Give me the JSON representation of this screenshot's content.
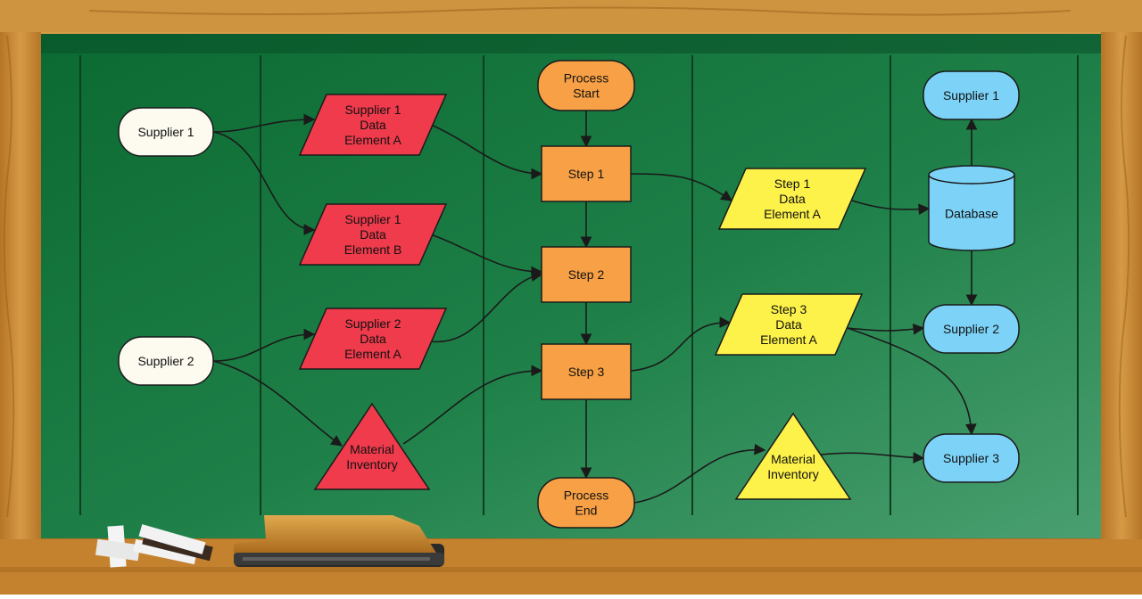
{
  "diagram": {
    "nodes": [
      {
        "id": "s1_left",
        "shape": "rounded",
        "lines": [
          "Supplier 1"
        ],
        "fill": "#fdfbf0"
      },
      {
        "id": "s2_left",
        "shape": "rounded",
        "lines": [
          "Supplier 2"
        ],
        "fill": "#fdfbf0"
      },
      {
        "id": "s1_data_a",
        "shape": "parallelogram",
        "lines": [
          "Supplier 1",
          "Data",
          "Element A"
        ],
        "fill": "#ef3b4c"
      },
      {
        "id": "s1_data_b",
        "shape": "parallelogram",
        "lines": [
          "Supplier 1",
          "Data",
          "Element B"
        ],
        "fill": "#ef3b4c"
      },
      {
        "id": "s2_data_a",
        "shape": "parallelogram",
        "lines": [
          "Supplier 2",
          "Data",
          "Element A"
        ],
        "fill": "#ef3b4c"
      },
      {
        "id": "mat_inv_red",
        "shape": "triangle",
        "lines": [
          "Material",
          "Inventory"
        ],
        "fill": "#ef3b4c"
      },
      {
        "id": "proc_start",
        "shape": "rounded",
        "lines": [
          "Process",
          "Start"
        ],
        "fill": "#f7a045"
      },
      {
        "id": "step1",
        "shape": "rect",
        "lines": [
          "Step 1"
        ],
        "fill": "#f7a045"
      },
      {
        "id": "step2",
        "shape": "rect",
        "lines": [
          "Step 2"
        ],
        "fill": "#f7a045"
      },
      {
        "id": "step3",
        "shape": "rect",
        "lines": [
          "Step 3"
        ],
        "fill": "#f7a045"
      },
      {
        "id": "proc_end",
        "shape": "rounded",
        "lines": [
          "Process",
          "End"
        ],
        "fill": "#f7a045"
      },
      {
        "id": "step1_data",
        "shape": "parallelogram",
        "lines": [
          "Step 1",
          "Data",
          "Element A"
        ],
        "fill": "#fdf24a"
      },
      {
        "id": "step3_data",
        "shape": "parallelogram",
        "lines": [
          "Step 3",
          "Data",
          "Element A"
        ],
        "fill": "#fdf24a"
      },
      {
        "id": "mat_inv_yellow",
        "shape": "triangle",
        "lines": [
          "Material",
          "Inventory"
        ],
        "fill": "#fdf24a"
      },
      {
        "id": "database",
        "shape": "cylinder",
        "lines": [
          "Database"
        ],
        "fill": "#7dd3f7"
      },
      {
        "id": "s1_right",
        "shape": "rounded",
        "lines": [
          "Supplier 1"
        ],
        "fill": "#7dd3f7"
      },
      {
        "id": "s2_right",
        "shape": "rounded",
        "lines": [
          "Supplier 2"
        ],
        "fill": "#7dd3f7"
      },
      {
        "id": "s3_right",
        "shape": "rounded",
        "lines": [
          "Supplier 3"
        ],
        "fill": "#7dd3f7"
      }
    ],
    "edges": [
      {
        "from": "s1_left",
        "to": "s1_data_a"
      },
      {
        "from": "s1_left",
        "to": "s1_data_b"
      },
      {
        "from": "s2_left",
        "to": "s2_data_a"
      },
      {
        "from": "s2_left",
        "to": "mat_inv_red"
      },
      {
        "from": "s1_data_a",
        "to": "step1"
      },
      {
        "from": "s1_data_b",
        "to": "step2"
      },
      {
        "from": "s2_data_a",
        "to": "step2"
      },
      {
        "from": "mat_inv_red",
        "to": "step3"
      },
      {
        "from": "proc_start",
        "to": "step1"
      },
      {
        "from": "step1",
        "to": "step2"
      },
      {
        "from": "step2",
        "to": "step3"
      },
      {
        "from": "step3",
        "to": "proc_end"
      },
      {
        "from": "step1",
        "to": "step1_data"
      },
      {
        "from": "step3",
        "to": "step3_data"
      },
      {
        "from": "proc_end",
        "to": "mat_inv_yellow"
      },
      {
        "from": "step1_data",
        "to": "database"
      },
      {
        "from": "database",
        "to": "s1_right"
      },
      {
        "from": "database",
        "to": "s2_right"
      },
      {
        "from": "step3_data",
        "to": "s2_right"
      },
      {
        "from": "step3_data",
        "to": "s3_right"
      },
      {
        "from": "mat_inv_yellow",
        "to": "s3_right"
      }
    ]
  },
  "colors": {
    "board": "#11703a",
    "board_light": "#3a9a68",
    "frame": "#c88a2e",
    "frame_dark": "#9a5f18",
    "lane_line": "#0e3d22",
    "stroke": "#1a1a1a"
  }
}
